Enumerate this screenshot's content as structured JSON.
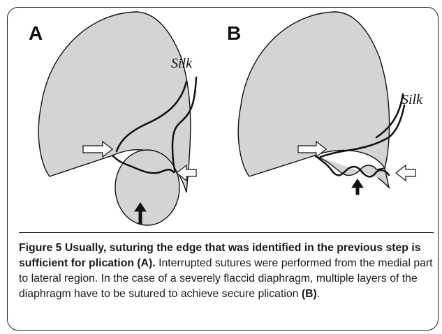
{
  "figure": {
    "panel_a_label": "A",
    "panel_b_label": "B",
    "silk_label_a": "Silk",
    "silk_label_b": "Silk"
  },
  "caption": {
    "bold_lead": "Figure 5 Usually, suturing the edge that was identified in the previous step is sufficient for plication (A).",
    "body_text": " Interrupted sutures were performed from the medial part to lateral region. In the case of a severely flaccid diaphragm, multiple layers of the diaphragm have to be sutured to achieve secure plication ",
    "panel_b_ref": "(B)",
    "end_punct": "."
  },
  "colors": {
    "fill_gray": "#d4d4d4",
    "stroke_dark": "#111111",
    "frame_border": "#222222"
  }
}
